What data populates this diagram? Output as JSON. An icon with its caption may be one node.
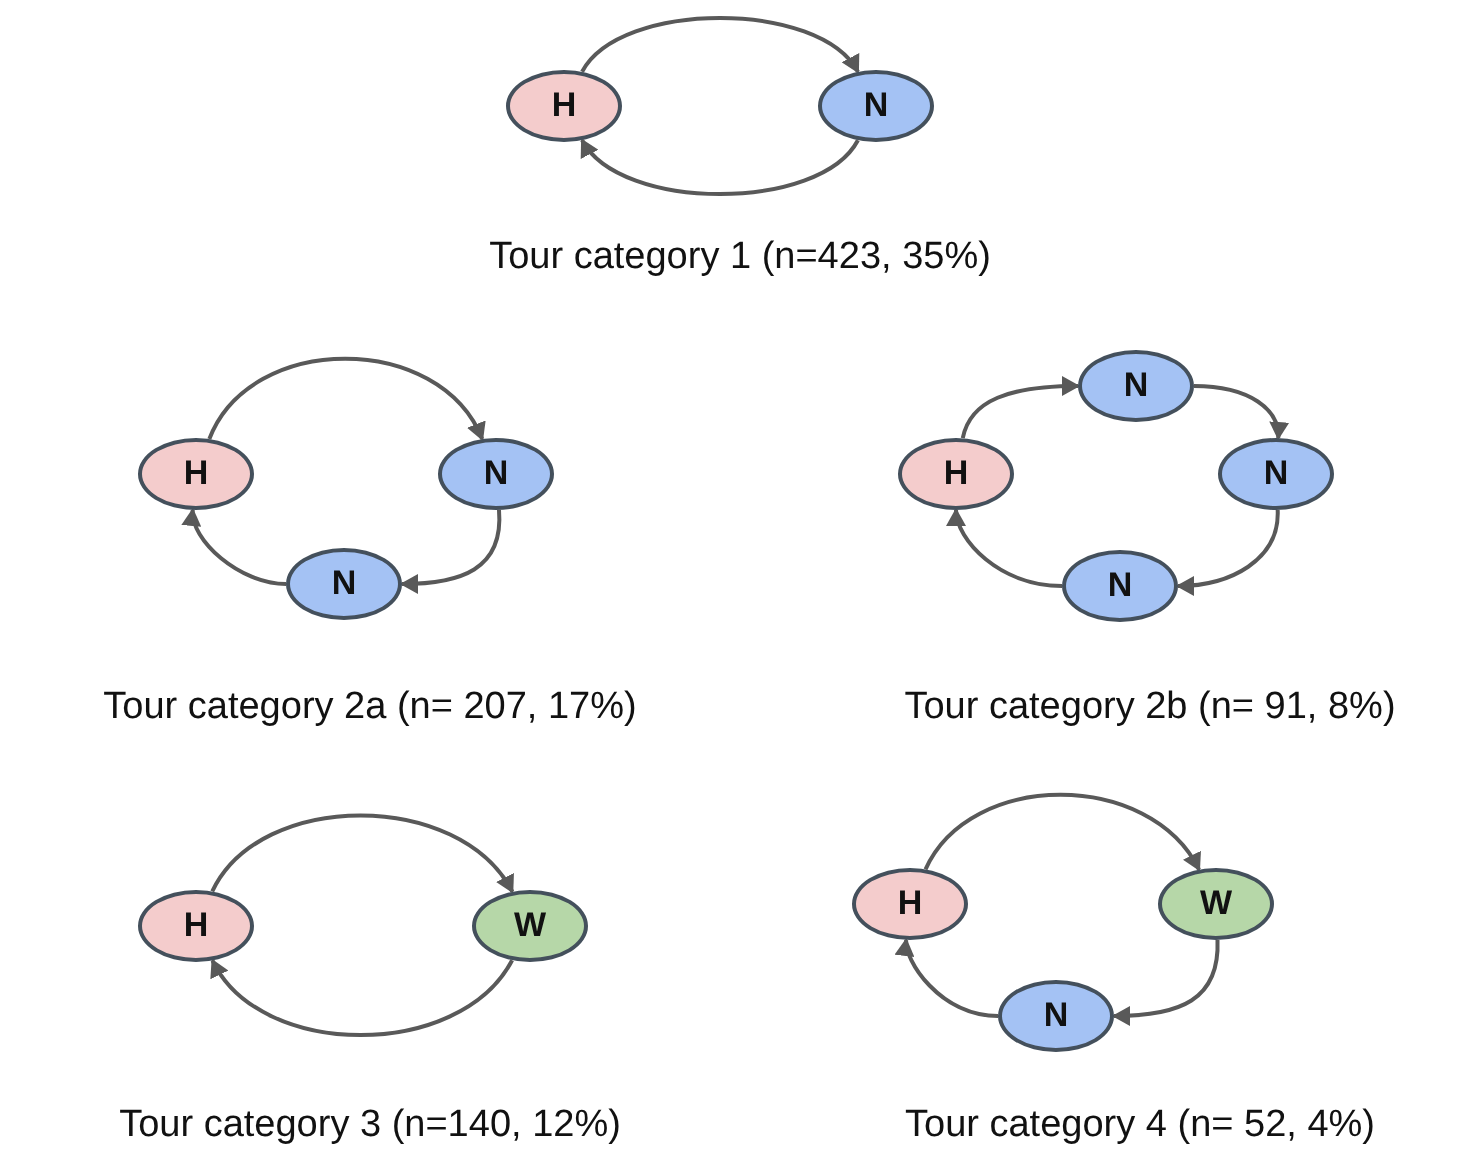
{
  "diagram": {
    "nodes": [
      {
        "text": [
          "H"
        ]
      },
      {
        "text": [
          "N"
        ]
      },
      {
        "text": [
          "H"
        ]
      },
      {
        "text": [
          "N"
        ]
      },
      {
        "text": [
          "N"
        ]
      },
      {
        "text": [
          "H"
        ]
      },
      {
        "text": [
          "N"
        ]
      },
      {
        "text": [
          "N"
        ]
      },
      {
        "text": [
          "N"
        ]
      },
      {
        "text": [
          "H"
        ]
      },
      {
        "text": [
          "W"
        ]
      },
      {
        "text": [
          "H"
        ]
      },
      {
        "text": [
          "W"
        ]
      },
      {
        "text": [
          "N"
        ]
      }
    ],
    "edges": [
      {
        "from": 0,
        "to": 1,
        "arrow": "to"
      },
      {
        "from": 1,
        "to": 0,
        "arrow": "to"
      },
      {
        "from": 2,
        "to": 3,
        "arrow": "to"
      },
      {
        "from": 3,
        "to": 4,
        "arrow": "to"
      },
      {
        "from": 4,
        "to": 2,
        "arrow": "to"
      },
      {
        "from": 5,
        "to": 6,
        "arrow": "to"
      },
      {
        "from": 6,
        "to": 7,
        "arrow": "to"
      },
      {
        "from": 7,
        "to": 8,
        "arrow": "to"
      },
      {
        "from": 8,
        "to": 5,
        "arrow": "to"
      },
      {
        "from": 9,
        "to": 10,
        "arrow": "to"
      },
      {
        "from": 10,
        "to": 9,
        "arrow": "to"
      },
      {
        "from": 11,
        "to": 12,
        "arrow": "to"
      },
      {
        "from": 12,
        "to": 13,
        "arrow": "to"
      },
      {
        "from": 13,
        "to": 11,
        "arrow": "to"
      }
    ],
    "labels": [
      "Tour category 1 (n=423, 35%)",
      "Tour category 2a (n= 207, 17%)",
      "Tour category 2b (n= 91, 8%)",
      "Tour category 3 (n=140, 12%)",
      "Tour category 4 (n= 52, 4%)"
    ]
  }
}
